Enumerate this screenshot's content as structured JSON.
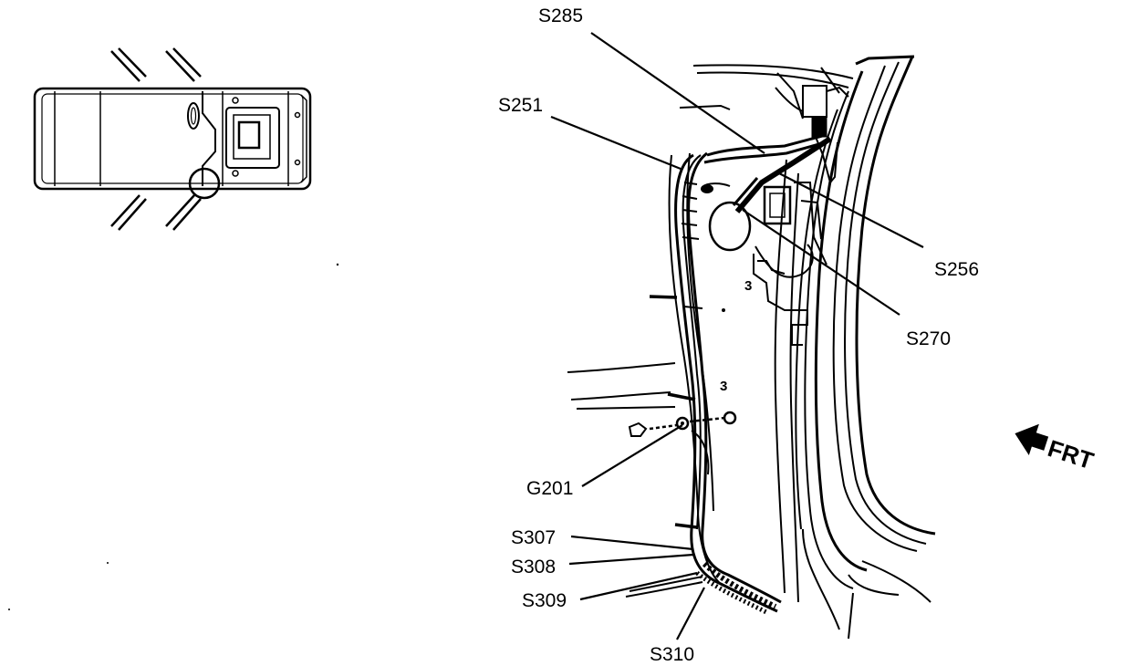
{
  "colors": {
    "ink": "#000000",
    "background": "#ffffff"
  },
  "callouts": {
    "s285": "S285",
    "s251": "S251",
    "s256": "S256",
    "s270": "S270",
    "g201": "G201",
    "s307": "S307",
    "s308": "S308",
    "s309": "S309",
    "s310": "S310"
  },
  "direction": {
    "label": "FRT",
    "icon": "arrow-left-icon"
  }
}
